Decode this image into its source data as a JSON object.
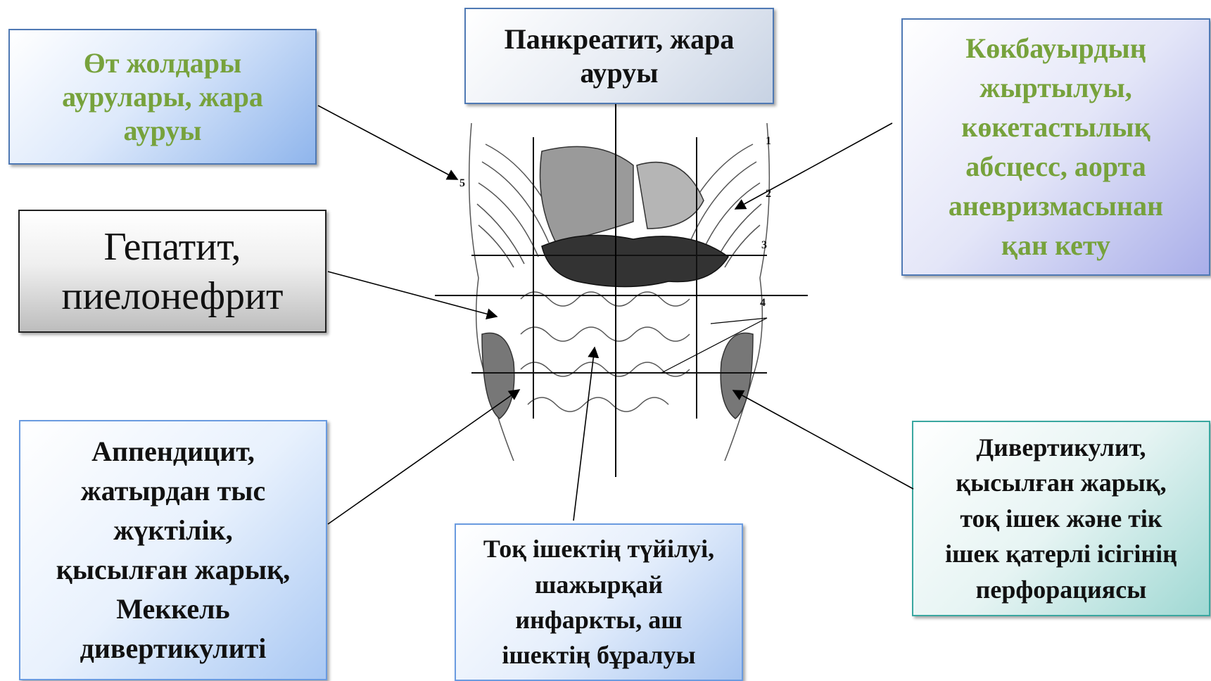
{
  "labels": {
    "bile": [
      "Өт жолдары",
      "аурулары, жара",
      "ауруы"
    ],
    "pancreatitis": [
      "Панкреатит, жара",
      "ауруы"
    ],
    "spleen": [
      "Көкбауырдың",
      "жыртылуы,",
      "көкетастылық",
      "абсцесс, аорта",
      "аневризмасынан",
      "қан кету"
    ],
    "hepatitis": [
      "Гепатит,",
      "пиелонефрит"
    ],
    "appendicitis": [
      "Аппендицит,",
      "жатырдан тыс",
      "жүктілік,",
      "қысылған жарық,",
      "Меккель",
      "дивертикулиті"
    ],
    "colon": [
      "Тоқ ішектің түйілуі,",
      "шажырқай",
      "инфаркты, аш",
      "ішектің бұралуы"
    ],
    "diverticulitis": [
      "Дивертикулит,",
      "қысылған жарық,",
      "тоқ ішек және тік",
      "ішек қатерлі ісігінің",
      "перфорациясы"
    ]
  },
  "figure_numbers": [
    "1",
    "2",
    "3",
    "4",
    "5"
  ],
  "colors": {
    "green_text": "#77a23c",
    "dark_text": "#111111",
    "line": "#000000"
  }
}
